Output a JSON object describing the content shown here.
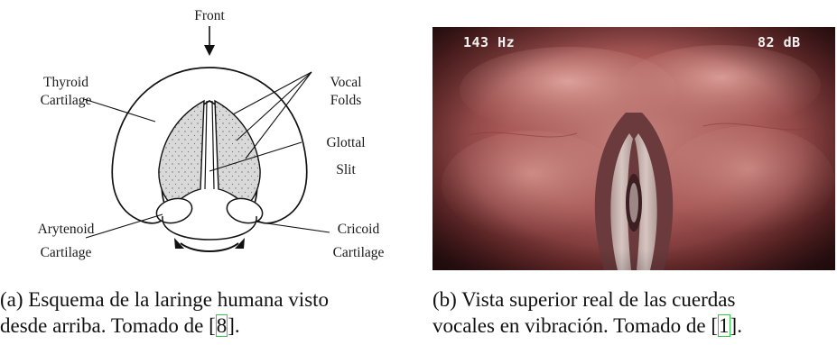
{
  "figure_a": {
    "labels": {
      "front": "Front",
      "thyroid": [
        "Thyroid",
        "Cartilage"
      ],
      "vocal": [
        "Vocal",
        "Folds"
      ],
      "glottal": [
        "Glottal",
        "Slit"
      ],
      "arytenoid": [
        "Arytenoid",
        "Cartilage"
      ],
      "cricoid": [
        "Cricoid",
        "Cartilage"
      ]
    },
    "caption": {
      "prefix": "(a) Esquema de la laringe humana visto",
      "line2": "desde arriba. Tomado de [",
      "cite": "8",
      "suffix": "]."
    }
  },
  "figure_b": {
    "overlay_freq": "143 Hz",
    "overlay_db": "82 dB",
    "caption": {
      "line1": "(b) Vista superior real de las cuerdas",
      "line2": "vocales en vibración. Tomado de [",
      "cite": "1",
      "suffix": "]."
    }
  }
}
